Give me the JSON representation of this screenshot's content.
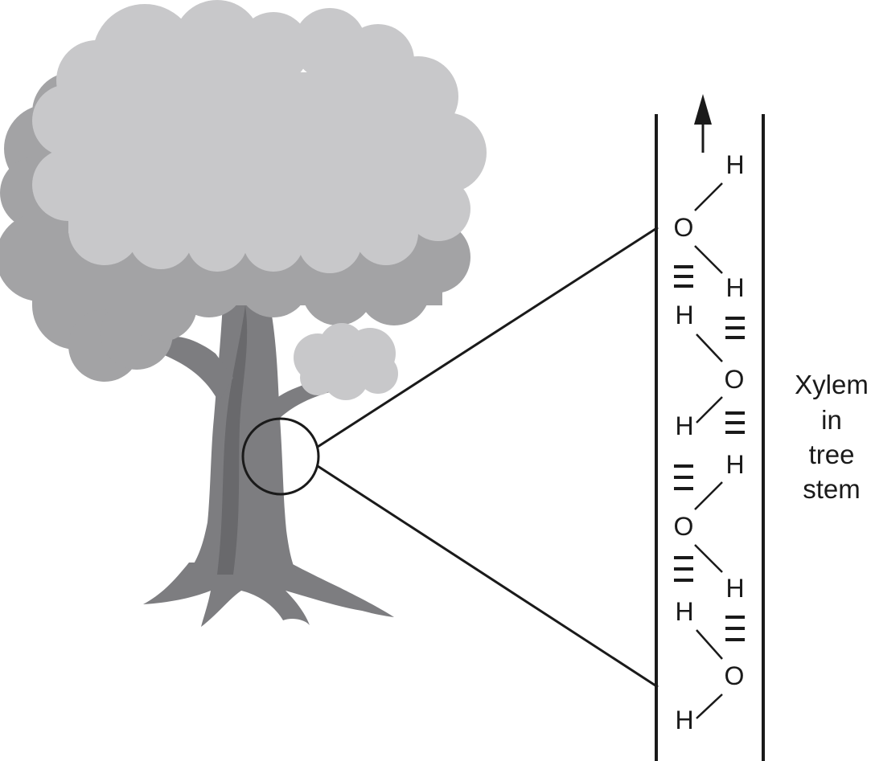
{
  "caption": {
    "line1": "Xylem",
    "line2": "in",
    "line3": "tree",
    "line4": "stem"
  },
  "atoms": {
    "h1": "H",
    "o1": "O",
    "h2": "H",
    "h3": "H",
    "o2": "O",
    "h4": "H",
    "h5": "H",
    "o3": "O",
    "h6": "H",
    "h7": "H",
    "o4": "O",
    "h8": "H"
  },
  "colors": {
    "canopy_dark": "#a3a3a5",
    "canopy_light": "#c8c8ca",
    "trunk": "#7d7d80",
    "trunk_shade": "#69696c",
    "line": "#1a1a1a"
  },
  "icons": {
    "flow_arrow": "arrow-up-icon",
    "magnifier": "magnify-circle-icon"
  }
}
